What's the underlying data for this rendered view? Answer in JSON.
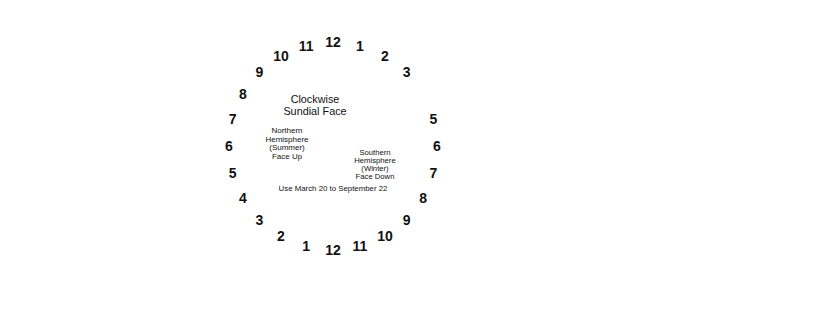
{
  "diagram": {
    "nodes": [
      {
        "text": [
          "12",
          "1",
          "2",
          "3",
          "5",
          "6",
          "7",
          "8",
          "9",
          "10",
          "11",
          "12",
          "1",
          "2",
          "3",
          "4",
          "5",
          "6",
          "7",
          "8",
          "9",
          "10",
          "11"
        ]
      },
      {
        "text": [
          "Clockwise Sundial Face",
          "Northern Hemisphere (Summer) Face Up",
          "Southern Hemisphere (Winter) Face Down",
          "Use March 20 to September 22"
        ],
        "in": 0
      }
    ]
  }
}
